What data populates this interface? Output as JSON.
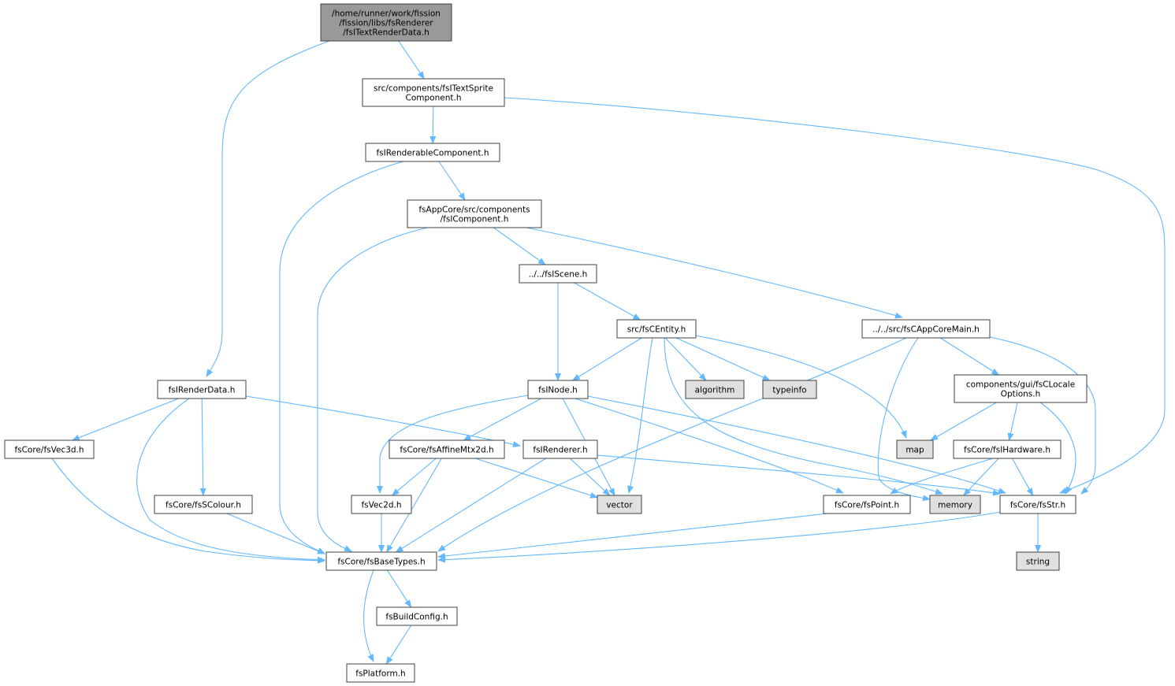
{
  "graph": {
    "colors": {
      "root_fill": "#999999",
      "header_fill": "#ffffff",
      "system_fill": "#e0e0e0",
      "border": "#404040",
      "system_border": "#999999",
      "edge": "#63b8ff"
    },
    "nodes": [
      {
        "id": "root",
        "kind": "root",
        "lines": [
          "/home/runner/work/fission",
          "/fission/libs/fsRenderer",
          "/fsITextRenderData.h"
        ]
      },
      {
        "id": "textsprite",
        "kind": "header",
        "lines": [
          "src/components/fsITextSprite",
          "Component.h"
        ]
      },
      {
        "id": "renderable",
        "kind": "header",
        "lines": [
          "fsIRenderableComponent.h"
        ]
      },
      {
        "id": "icomponent",
        "kind": "header",
        "lines": [
          "fsAppCore/src/components",
          "/fsIComponent.h"
        ]
      },
      {
        "id": "iscene",
        "kind": "header",
        "lines": [
          "../../fsIScene.h"
        ]
      },
      {
        "id": "centity",
        "kind": "header",
        "lines": [
          "src/fsCEntity.h"
        ]
      },
      {
        "id": "appcoremain",
        "kind": "header",
        "lines": [
          "../../src/fsCAppCoreMain.h"
        ]
      },
      {
        "id": "renderdata",
        "kind": "header",
        "lines": [
          "fsIRenderData.h"
        ]
      },
      {
        "id": "inode",
        "kind": "header",
        "lines": [
          "fsINode.h"
        ]
      },
      {
        "id": "algorithm",
        "kind": "system",
        "lines": [
          "algorithm"
        ]
      },
      {
        "id": "typeinfo",
        "kind": "system",
        "lines": [
          "typeinfo"
        ]
      },
      {
        "id": "localeopts",
        "kind": "header",
        "lines": [
          "components/gui/fsCLocale",
          "Options.h"
        ]
      },
      {
        "id": "vec3d",
        "kind": "header",
        "lines": [
          "fsCore/fsVec3d.h"
        ]
      },
      {
        "id": "affine",
        "kind": "header",
        "lines": [
          "fsCore/fsAffineMtx2d.h"
        ]
      },
      {
        "id": "irenderer",
        "kind": "header",
        "lines": [
          "fsIRenderer.h"
        ]
      },
      {
        "id": "map",
        "kind": "system",
        "lines": [
          "map"
        ]
      },
      {
        "id": "ihardware",
        "kind": "header",
        "lines": [
          "fsCore/fsIHardware.h"
        ]
      },
      {
        "id": "scolour",
        "kind": "header",
        "lines": [
          "fsCore/fsSColour.h"
        ]
      },
      {
        "id": "vec2d",
        "kind": "header",
        "lines": [
          "fsVec2d.h"
        ]
      },
      {
        "id": "vector",
        "kind": "system",
        "lines": [
          "vector"
        ]
      },
      {
        "id": "point",
        "kind": "header",
        "lines": [
          "fsCore/fsPoint.h"
        ]
      },
      {
        "id": "memory",
        "kind": "system",
        "lines": [
          "memory"
        ]
      },
      {
        "id": "str",
        "kind": "header",
        "lines": [
          "fsCore/fsStr.h"
        ]
      },
      {
        "id": "basetypes",
        "kind": "header",
        "lines": [
          "fsCore/fsBaseTypes.h"
        ]
      },
      {
        "id": "string",
        "kind": "system",
        "lines": [
          "string"
        ]
      },
      {
        "id": "buildconfig",
        "kind": "header",
        "lines": [
          "fsBuildConfig.h"
        ]
      },
      {
        "id": "platform",
        "kind": "header",
        "lines": [
          "fsPlatform.h"
        ]
      }
    ],
    "edges": [
      [
        "root",
        "textsprite"
      ],
      [
        "root",
        "renderdata"
      ],
      [
        "textsprite",
        "renderable"
      ],
      [
        "textsprite",
        "str"
      ],
      [
        "renderable",
        "icomponent"
      ],
      [
        "renderable",
        "basetypes"
      ],
      [
        "icomponent",
        "iscene"
      ],
      [
        "icomponent",
        "appcoremain"
      ],
      [
        "icomponent",
        "basetypes"
      ],
      [
        "iscene",
        "centity"
      ],
      [
        "iscene",
        "inode"
      ],
      [
        "centity",
        "inode"
      ],
      [
        "centity",
        "algorithm"
      ],
      [
        "centity",
        "typeinfo"
      ],
      [
        "centity",
        "map"
      ],
      [
        "centity",
        "vector"
      ],
      [
        "centity",
        "memory"
      ],
      [
        "appcoremain",
        "localeopts"
      ],
      [
        "appcoremain",
        "memory"
      ],
      [
        "appcoremain",
        "str"
      ],
      [
        "appcoremain",
        "basetypes"
      ],
      [
        "localeopts",
        "map"
      ],
      [
        "localeopts",
        "ihardware"
      ],
      [
        "localeopts",
        "str"
      ],
      [
        "ihardware",
        "point"
      ],
      [
        "ihardware",
        "memory"
      ],
      [
        "ihardware",
        "str"
      ],
      [
        "renderdata",
        "vec3d"
      ],
      [
        "renderdata",
        "scolour"
      ],
      [
        "renderdata",
        "irenderer"
      ],
      [
        "renderdata",
        "basetypes"
      ],
      [
        "inode",
        "affine"
      ],
      [
        "inode",
        "vec2d"
      ],
      [
        "inode",
        "vector"
      ],
      [
        "inode",
        "point"
      ],
      [
        "inode",
        "str"
      ],
      [
        "irenderer",
        "vector"
      ],
      [
        "irenderer",
        "str"
      ],
      [
        "irenderer",
        "basetypes"
      ],
      [
        "affine",
        "vec2d"
      ],
      [
        "affine",
        "vector"
      ],
      [
        "affine",
        "basetypes"
      ],
      [
        "vec3d",
        "basetypes"
      ],
      [
        "scolour",
        "basetypes"
      ],
      [
        "vec2d",
        "basetypes"
      ],
      [
        "point",
        "basetypes"
      ],
      [
        "str",
        "basetypes"
      ],
      [
        "str",
        "string"
      ],
      [
        "basetypes",
        "buildconfig"
      ],
      [
        "basetypes",
        "platform"
      ],
      [
        "buildconfig",
        "platform"
      ]
    ]
  }
}
